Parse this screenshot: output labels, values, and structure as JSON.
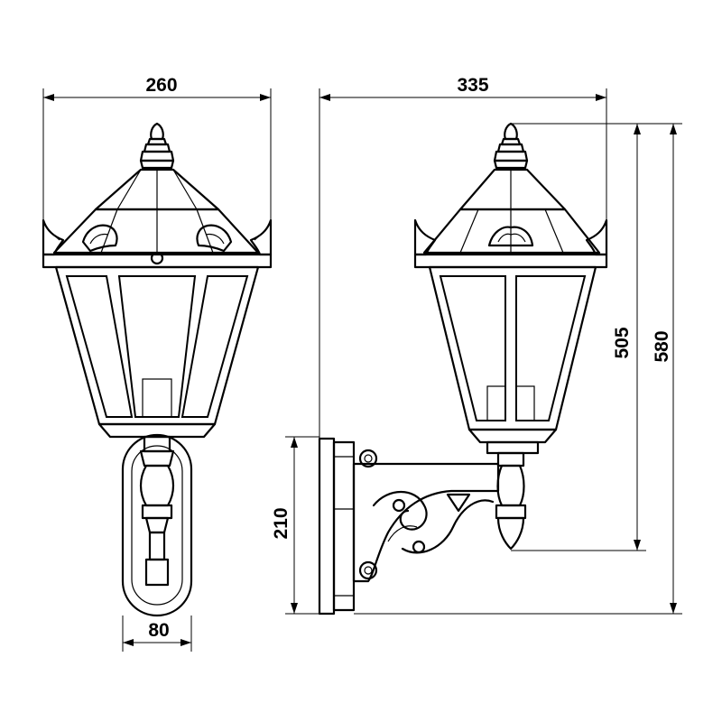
{
  "diagram": {
    "dimensions": {
      "front_width": "260",
      "side_depth": "335",
      "lantern_height": "505",
      "total_height": "580",
      "backplate_height": "210",
      "backplate_width": "80"
    }
  }
}
